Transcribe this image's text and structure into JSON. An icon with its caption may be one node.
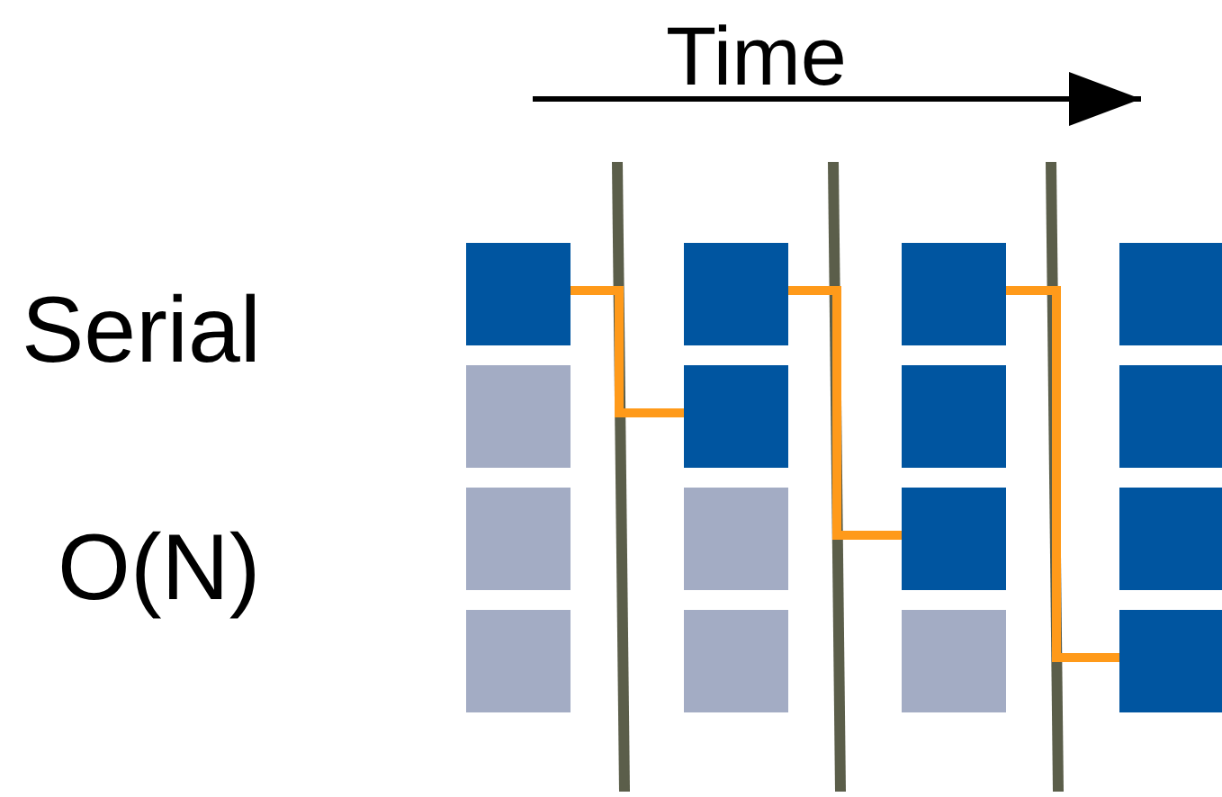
{
  "diagram": {
    "nodes": [
      {
        "text": [],
        "shape": "box"
      },
      {
        "text": [],
        "shape": "box"
      },
      {
        "text": [],
        "shape": "box"
      },
      {
        "text": [],
        "shape": "box"
      },
      {
        "text": [],
        "shape": "box"
      },
      {
        "text": [],
        "shape": "box"
      },
      {
        "text": [],
        "shape": "box"
      },
      {
        "text": [],
        "shape": "box"
      },
      {
        "text": [],
        "shape": "box"
      },
      {
        "text": [],
        "shape": "box"
      },
      {
        "text": [],
        "shape": "box"
      },
      {
        "text": [],
        "shape": "box"
      },
      {
        "text": [],
        "shape": "box"
      },
      {
        "text": [],
        "shape": "box"
      },
      {
        "text": [],
        "shape": "box"
      },
      {
        "text": [],
        "shape": "box"
      }
    ],
    "edges": [
      {
        "from": 0,
        "to": 5,
        "arrow": "none"
      },
      {
        "from": 1,
        "to": 10,
        "arrow": "none"
      },
      {
        "from": 2,
        "to": 15,
        "arrow": "none"
      }
    ],
    "labels": [
      "Time",
      "Serial",
      "O(N)"
    ]
  }
}
